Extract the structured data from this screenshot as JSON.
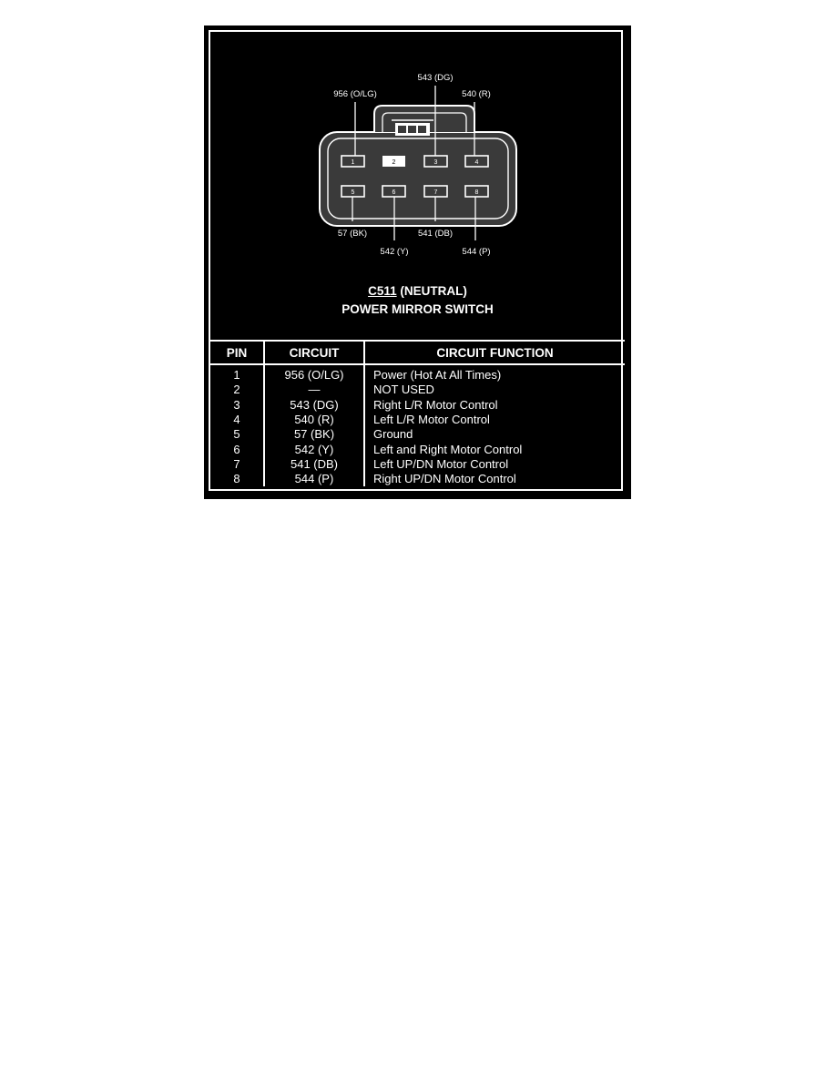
{
  "connector": {
    "id": "C511",
    "state": "(NEUTRAL)",
    "name": "POWER MIRROR SWITCH"
  },
  "diagram": {
    "pins": [
      {
        "number": "1",
        "label": "956 (O/LG)"
      },
      {
        "number": "2",
        "label": ""
      },
      {
        "number": "3",
        "label": "543 (DG)"
      },
      {
        "number": "4",
        "label": "540 (R)"
      },
      {
        "number": "5",
        "label": "57 (BK)"
      },
      {
        "number": "6",
        "label": "542 (Y)"
      },
      {
        "number": "7",
        "label": "541 (DB)"
      },
      {
        "number": "8",
        "label": "544 (P)"
      }
    ]
  },
  "table": {
    "headers": [
      "PIN",
      "CIRCUIT",
      "CIRCUIT FUNCTION"
    ],
    "rows": [
      {
        "pin": "1",
        "circuit": "956 (O/LG)",
        "function": "Power (Hot At All Times)"
      },
      {
        "pin": "2",
        "circuit": "—",
        "function": "NOT USED"
      },
      {
        "pin": "3",
        "circuit": "543 (DG)",
        "function": "Right L/R Motor Control"
      },
      {
        "pin": "4",
        "circuit": "540 (R)",
        "function": "Left L/R Motor Control"
      },
      {
        "pin": "5",
        "circuit": "57 (BK)",
        "function": "Ground"
      },
      {
        "pin": "6",
        "circuit": "542 (Y)",
        "function": "Left and Right Motor Control"
      },
      {
        "pin": "7",
        "circuit": "541 (DB)",
        "function": "Left UP/DN Motor Control"
      },
      {
        "pin": "8",
        "circuit": "544 (P)",
        "function": "Right UP/DN Motor Control"
      }
    ]
  }
}
